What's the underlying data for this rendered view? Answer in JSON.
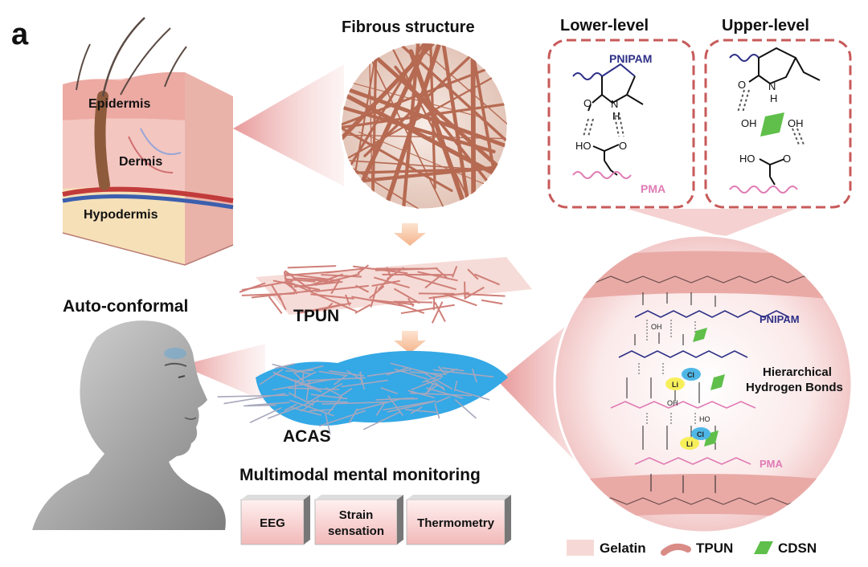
{
  "panel_letter": "a",
  "skin": {
    "layers": [
      "Epidermis",
      "Dermis",
      "Hypodermis"
    ]
  },
  "titles": {
    "fibrous": "Fibrous structure",
    "lower": "Lower-level",
    "upper": "Upper-level",
    "auto": "Auto-conformal",
    "monitoring": "Multimodal mental monitoring",
    "hbonds": [
      "Hierarchical",
      "Hydrogen Bonds"
    ]
  },
  "materials": {
    "tpun": "TPUN",
    "acas": "ACAS",
    "pnipam": "PNIPAM",
    "pma": "PMA"
  },
  "chem_labels": {
    "nh": "N",
    "h": "H",
    "o": "O",
    "oh": "OH",
    "ho": "HO",
    "licat": "Li",
    "clan": "Cl"
  },
  "modes": [
    {
      "line1": "EEG",
      "line2": ""
    },
    {
      "line1": "Strain",
      "line2": "sensation"
    },
    {
      "line1": "Thermometry",
      "line2": ""
    }
  ],
  "legend": [
    {
      "label": "Gelatin",
      "color": "#f6d9d6"
    },
    {
      "label": "TPUN",
      "color": "#d98b86"
    },
    {
      "label": "CDSN",
      "color": "#5fbf4a"
    }
  ],
  "colors": {
    "pnipam": "#2d2f86",
    "pma": "#e07bb4",
    "frame": "#c85a5a",
    "cdsn": "#5fbf4a",
    "skin": "#e6a0a0"
  }
}
